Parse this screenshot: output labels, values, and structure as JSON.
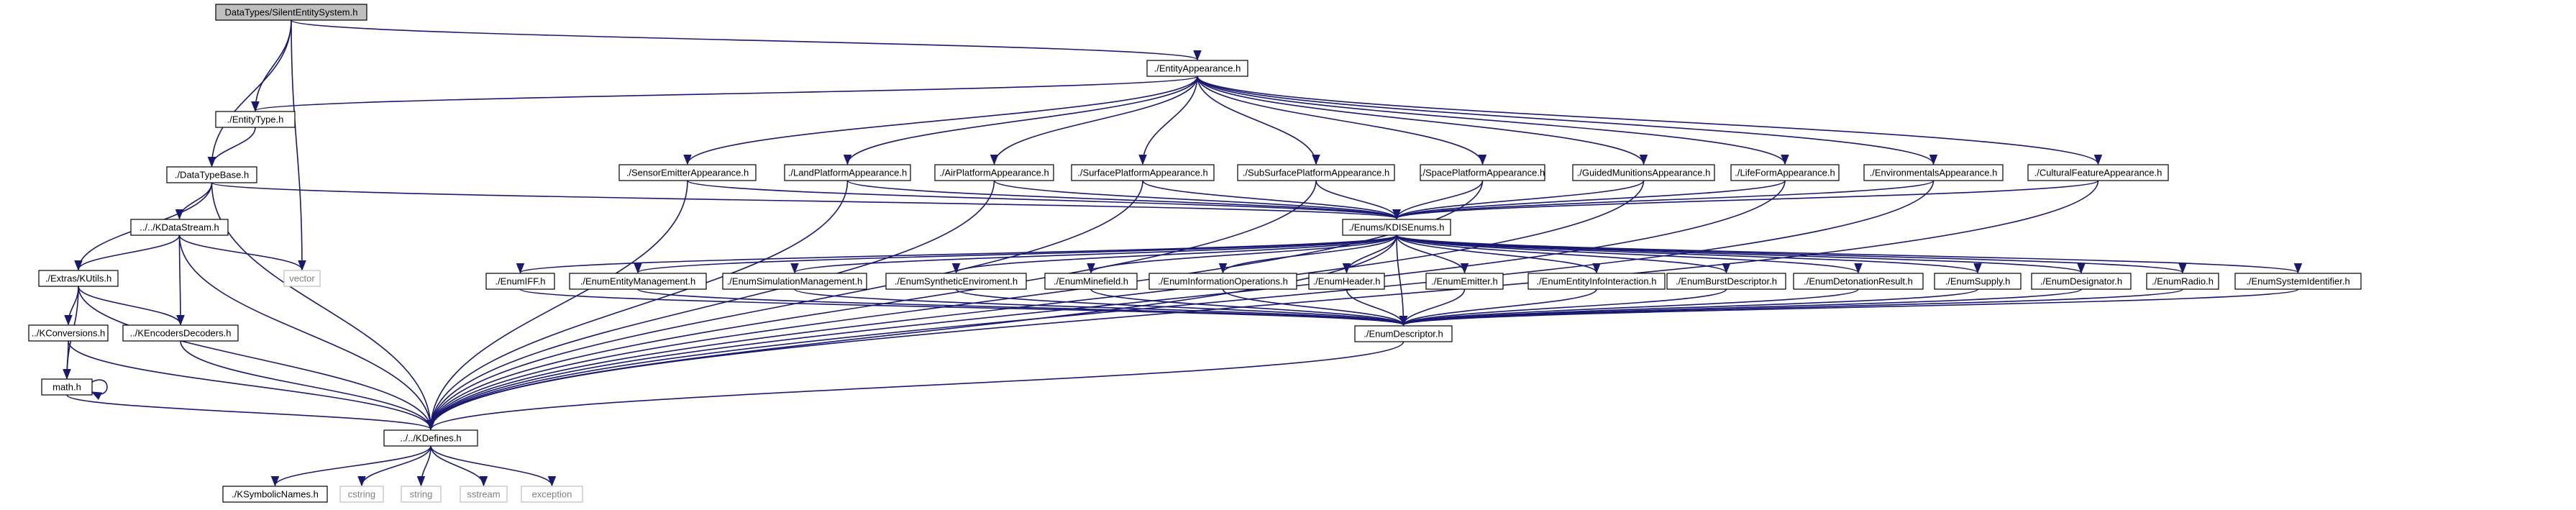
{
  "diagram": {
    "type": "include-dependency-graph",
    "colors": {
      "edge": "#191970",
      "root_fill": "#bfbfbf",
      "node_fill": "#ffffff",
      "node_stroke": "#000000",
      "external_stroke": "#bfbfbf",
      "external_text": "#7f7f7f"
    },
    "nodes": [
      {
        "id": "root",
        "label": "DataTypes/SilentEntitySystem.h",
        "kind": "root"
      },
      {
        "id": "entityappearance",
        "label": "./EntityAppearance.h",
        "kind": "file"
      },
      {
        "id": "entitytype",
        "label": "./EntityType.h",
        "kind": "file"
      },
      {
        "id": "datatypebase",
        "label": "./DataTypeBase.h",
        "kind": "file"
      },
      {
        "id": "vector",
        "label": "vector",
        "kind": "external"
      },
      {
        "id": "kdatastream",
        "label": "../../KDataStream.h",
        "kind": "file"
      },
      {
        "id": "kutils",
        "label": "./Extras/KUtils.h",
        "kind": "file"
      },
      {
        "id": "kconversions",
        "label": "../KConversions.h",
        "kind": "file"
      },
      {
        "id": "kencoders",
        "label": "../KEncodersDecoders.h",
        "kind": "file"
      },
      {
        "id": "math",
        "label": "math.h",
        "kind": "file"
      },
      {
        "id": "kdefines",
        "label": "../../KDefines.h",
        "kind": "file"
      },
      {
        "id": "ksymbolic",
        "label": "./KSymbolicNames.h",
        "kind": "file"
      },
      {
        "id": "cstring",
        "label": "cstring",
        "kind": "external"
      },
      {
        "id": "string",
        "label": "string",
        "kind": "external"
      },
      {
        "id": "sstream",
        "label": "sstream",
        "kind": "external"
      },
      {
        "id": "exception",
        "label": "exception",
        "kind": "external"
      },
      {
        "id": "sensoremitter",
        "label": "./SensorEmitterAppearance.h",
        "kind": "file"
      },
      {
        "id": "landplatform",
        "label": "./LandPlatformAppearance.h",
        "kind": "file"
      },
      {
        "id": "airplatform",
        "label": "./AirPlatformAppearance.h",
        "kind": "file"
      },
      {
        "id": "surfaceplatform",
        "label": "./SurfacePlatformAppearance.h",
        "kind": "file"
      },
      {
        "id": "subsurface",
        "label": "./SubSurfacePlatformAppearance.h",
        "kind": "file"
      },
      {
        "id": "spaceplatform",
        "label": "./SpacePlatformAppearance.h",
        "kind": "file"
      },
      {
        "id": "guidedmunitions",
        "label": "./GuidedMunitionsAppearance.h",
        "kind": "file"
      },
      {
        "id": "lifeform",
        "label": "./LifeFormAppearance.h",
        "kind": "file"
      },
      {
        "id": "environmentals",
        "label": "./EnvironmentalsAppearance.h",
        "kind": "file"
      },
      {
        "id": "culturalfeature",
        "label": "./CulturalFeatureAppearance.h",
        "kind": "file"
      },
      {
        "id": "kdisenums",
        "label": "./Enums/KDISEnums.h",
        "kind": "file"
      },
      {
        "id": "enumiff",
        "label": "./EnumIFF.h",
        "kind": "file"
      },
      {
        "id": "enumentitymgmt",
        "label": "./EnumEntityManagement.h",
        "kind": "file"
      },
      {
        "id": "enumsimmgmt",
        "label": "./EnumSimulationManagement.h",
        "kind": "file"
      },
      {
        "id": "enumsynthetic",
        "label": "./EnumSyntheticEnviroment.h",
        "kind": "file"
      },
      {
        "id": "enumminefield",
        "label": "./EnumMinefield.h",
        "kind": "file"
      },
      {
        "id": "enuminfoops",
        "label": "./EnumInformationOperations.h",
        "kind": "file"
      },
      {
        "id": "enumheader",
        "label": "./EnumHeader.h",
        "kind": "file"
      },
      {
        "id": "enumemitter",
        "label": "./EnumEmitter.h",
        "kind": "file"
      },
      {
        "id": "enumentityinfo",
        "label": "./EnumEntityInfoInteraction.h",
        "kind": "file"
      },
      {
        "id": "enumburst",
        "label": "./EnumBurstDescriptor.h",
        "kind": "file"
      },
      {
        "id": "enumdetonation",
        "label": "./EnumDetonationResult.h",
        "kind": "file"
      },
      {
        "id": "enumsupply",
        "label": "./EnumSupply.h",
        "kind": "file"
      },
      {
        "id": "enumdesignator",
        "label": "./EnumDesignator.h",
        "kind": "file"
      },
      {
        "id": "enumradio",
        "label": "./EnumRadio.h",
        "kind": "file"
      },
      {
        "id": "enumsystemid",
        "label": "./EnumSystemIdentifier.h",
        "kind": "file"
      },
      {
        "id": "enumdescriptor",
        "label": "./EnumDescriptor.h",
        "kind": "file"
      }
    ],
    "edges": [
      [
        "root",
        "entityappearance"
      ],
      [
        "root",
        "entitytype"
      ],
      [
        "root",
        "datatypebase"
      ],
      [
        "root",
        "vector"
      ],
      [
        "entityappearance",
        "entitytype"
      ],
      [
        "entityappearance",
        "sensoremitter"
      ],
      [
        "entityappearance",
        "landplatform"
      ],
      [
        "entityappearance",
        "airplatform"
      ],
      [
        "entityappearance",
        "surfaceplatform"
      ],
      [
        "entityappearance",
        "subsurface"
      ],
      [
        "entityappearance",
        "spaceplatform"
      ],
      [
        "entityappearance",
        "guidedmunitions"
      ],
      [
        "entityappearance",
        "lifeform"
      ],
      [
        "entityappearance",
        "environmentals"
      ],
      [
        "entityappearance",
        "culturalfeature"
      ],
      [
        "entitytype",
        "datatypebase"
      ],
      [
        "datatypebase",
        "kdatastream"
      ],
      [
        "datatypebase",
        "kutils"
      ],
      [
        "datatypebase",
        "kdefines"
      ],
      [
        "datatypebase",
        "kdisenums"
      ],
      [
        "kdatastream",
        "kutils"
      ],
      [
        "kdatastream",
        "kencoders"
      ],
      [
        "kdatastream",
        "vector"
      ],
      [
        "kdatastream",
        "kdefines"
      ],
      [
        "kutils",
        "kconversions"
      ],
      [
        "kutils",
        "kencoders"
      ],
      [
        "kutils",
        "math"
      ],
      [
        "kutils",
        "kdefines"
      ],
      [
        "kconversions",
        "math"
      ],
      [
        "kconversions",
        "kdefines"
      ],
      [
        "kencoders",
        "kdefines"
      ],
      [
        "math",
        "math"
      ],
      [
        "math",
        "kdefines"
      ],
      [
        "sensoremitter",
        "kdisenums"
      ],
      [
        "sensoremitter",
        "kdefines"
      ],
      [
        "landplatform",
        "kdisenums"
      ],
      [
        "landplatform",
        "kdefines"
      ],
      [
        "airplatform",
        "kdisenums"
      ],
      [
        "airplatform",
        "kdefines"
      ],
      [
        "surfaceplatform",
        "kdisenums"
      ],
      [
        "surfaceplatform",
        "kdefines"
      ],
      [
        "subsurface",
        "kdisenums"
      ],
      [
        "subsurface",
        "kdefines"
      ],
      [
        "spaceplatform",
        "kdisenums"
      ],
      [
        "spaceplatform",
        "kdefines"
      ],
      [
        "guidedmunitions",
        "kdisenums"
      ],
      [
        "guidedmunitions",
        "kdefines"
      ],
      [
        "lifeform",
        "kdisenums"
      ],
      [
        "lifeform",
        "kdefines"
      ],
      [
        "environmentals",
        "kdisenums"
      ],
      [
        "environmentals",
        "kdefines"
      ],
      [
        "culturalfeature",
        "kdisenums"
      ],
      [
        "culturalfeature",
        "kdefines"
      ],
      [
        "kdisenums",
        "enumiff"
      ],
      [
        "kdisenums",
        "enumentitymgmt"
      ],
      [
        "kdisenums",
        "enumsimmgmt"
      ],
      [
        "kdisenums",
        "enumsynthetic"
      ],
      [
        "kdisenums",
        "enumminefield"
      ],
      [
        "kdisenums",
        "enuminfoops"
      ],
      [
        "kdisenums",
        "enumheader"
      ],
      [
        "kdisenums",
        "enumemitter"
      ],
      [
        "kdisenums",
        "enumentityinfo"
      ],
      [
        "kdisenums",
        "enumburst"
      ],
      [
        "kdisenums",
        "enumdetonation"
      ],
      [
        "kdisenums",
        "enumsupply"
      ],
      [
        "kdisenums",
        "enumdesignator"
      ],
      [
        "kdisenums",
        "enumradio"
      ],
      [
        "kdisenums",
        "enumsystemid"
      ],
      [
        "kdisenums",
        "enumdescriptor"
      ],
      [
        "kdisenums",
        "kdefines"
      ],
      [
        "enumiff",
        "enumdescriptor"
      ],
      [
        "enumentitymgmt",
        "enumdescriptor"
      ],
      [
        "enumsimmgmt",
        "enumdescriptor"
      ],
      [
        "enumsynthetic",
        "enumdescriptor"
      ],
      [
        "enumminefield",
        "enumdescriptor"
      ],
      [
        "enuminfoops",
        "enumdescriptor"
      ],
      [
        "enumheader",
        "enumdescriptor"
      ],
      [
        "enumemitter",
        "enumdescriptor"
      ],
      [
        "enumentityinfo",
        "enumdescriptor"
      ],
      [
        "enumburst",
        "enumdescriptor"
      ],
      [
        "enumdetonation",
        "enumdescriptor"
      ],
      [
        "enumsupply",
        "enumdescriptor"
      ],
      [
        "enumdesignator",
        "enumdescriptor"
      ],
      [
        "enumradio",
        "enumdescriptor"
      ],
      [
        "enumsystemid",
        "enumdescriptor"
      ],
      [
        "enumdescriptor",
        "kdefines"
      ],
      [
        "kdefines",
        "ksymbolic"
      ],
      [
        "kdefines",
        "cstring"
      ],
      [
        "kdefines",
        "string"
      ],
      [
        "kdefines",
        "sstream"
      ],
      [
        "kdefines",
        "exception"
      ]
    ]
  }
}
